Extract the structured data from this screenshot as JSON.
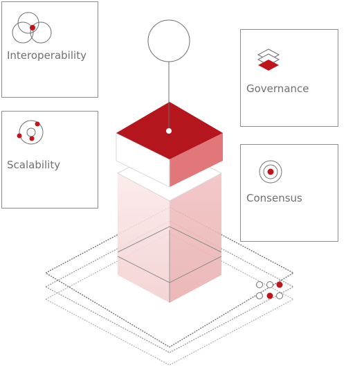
{
  "cards": {
    "interoperability": {
      "label": "Interoperability",
      "icon": "venn-three-circles-icon"
    },
    "scalability": {
      "label": "Scalability",
      "icon": "orbit-nodes-icon"
    },
    "governance": {
      "label": "Governance",
      "icon": "stacked-layers-icon"
    },
    "consensus": {
      "label": "Consensus",
      "icon": "concentric-target-icon"
    }
  },
  "colors": {
    "accent": "#c0141c",
    "accent_dark": "#a8121a",
    "accent_light": "#e2777a",
    "accent_pale": "#f5d3d3",
    "line": "#8c8c8c",
    "text": "#6f6f6f"
  }
}
